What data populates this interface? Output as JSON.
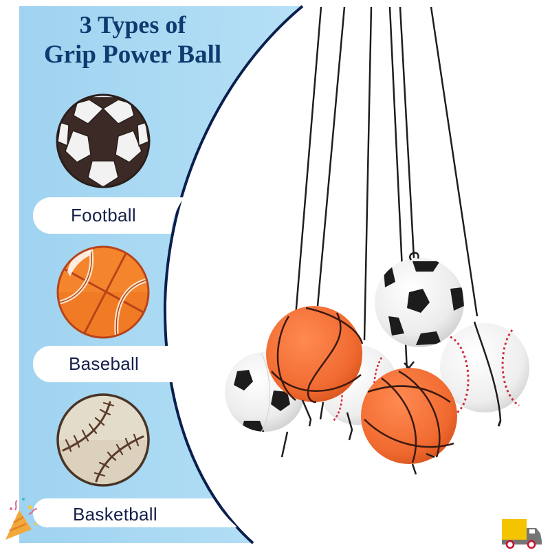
{
  "title": {
    "line1": "3 Types of",
    "line2": "Grip Power Ball"
  },
  "labels": [
    {
      "text": "Football",
      "icon": "soccer-ball-icon"
    },
    {
      "text": "Baseball",
      "icon": "basketball-icon"
    },
    {
      "text": "Basketball",
      "icon": "baseball-icon"
    }
  ],
  "decorations": {
    "party_popper": "party-popper-icon",
    "delivery_truck": "delivery-truck-icon"
  },
  "colors": {
    "panel_blue": "#a6d8f2",
    "title_navy": "#0d3b70",
    "curve_navy": "#0b1f4d",
    "label_text": "#141f4a",
    "basketball_orange": "#f07a2a",
    "truck_yellow": "#f5c400",
    "truck_gray": "#757575",
    "truck_wheel_red": "#c8102e"
  }
}
